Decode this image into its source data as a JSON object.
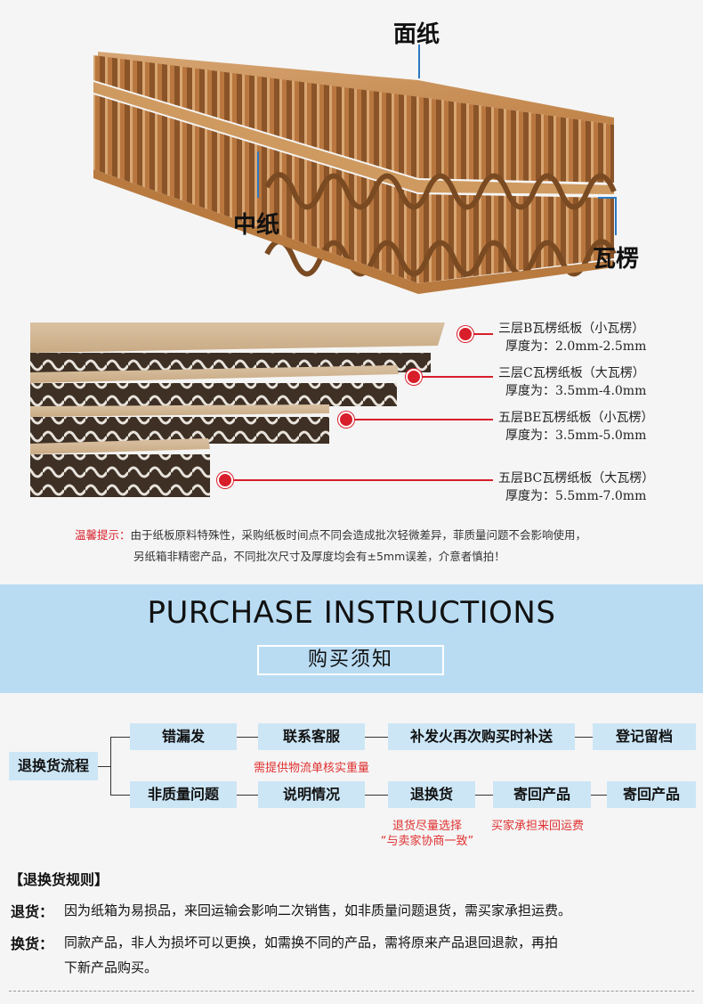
{
  "layers": {
    "top": "面纸",
    "middle": "中纸",
    "flute": "瓦楞"
  },
  "board_types": [
    {
      "name": "三层B瓦楞纸板（小瓦楞）",
      "thickness": "厚度为：2.0mm-2.5mm"
    },
    {
      "name": "三层C瓦楞纸板（大瓦楞）",
      "thickness": "厚度为：3.5mm-4.0mm"
    },
    {
      "name": "五层BE瓦楞纸板（小瓦楞）",
      "thickness": "厚度为：3.5mm-5.0mm"
    },
    {
      "name": "五层BC瓦楞纸板（大瓦楞）",
      "thickness": "厚度为：5.5mm-7.0mm"
    }
  ],
  "tips": {
    "label": "温馨提示：",
    "line1": "由于纸板原料特殊性，采购纸板时间点不同会造成批次轻微差异，菲质量问题不会影响使用，",
    "line2": "另纸箱非精密产品，不同批次尺寸及厚度均会有±5mm误差，介意者慎拍！"
  },
  "banner": {
    "title": "PURCHASE INSTRUCTIONS",
    "subtitle": "购买须知"
  },
  "flow": {
    "root": "退换货流程",
    "top_row": [
      "错漏发",
      "联系客服",
      "补发火再次购买时补送",
      "登记留档"
    ],
    "top_note": "需提供物流单核实重量",
    "bottom_row": [
      "非质量问题",
      "说明情况",
      "退换货",
      "寄回产品",
      "寄回产品"
    ],
    "bottom_note1_line1": "退货尽量选择",
    "bottom_note1_line2": "“与卖家协商一致”",
    "bottom_note2": "买家承担来回运费"
  },
  "rules": {
    "title": "【退换货规则】",
    "return_label": "退货：",
    "return_text": "因为纸箱为易损品，来回运输会影响二次销售，如非质量问题退货，需买家承担运费。",
    "exchange_label": "换货：",
    "exchange_text1": "同款产品，非人为损坏可以更换，如需换不同的产品，需将原来产品退回退款，再拍",
    "exchange_text2": "下新产品购买。"
  },
  "colors": {
    "accent_red": "#d81e2a",
    "banner_blue": "#b9dcf3",
    "box_blue": "#cce6f6",
    "kraft": "#c58b52"
  }
}
